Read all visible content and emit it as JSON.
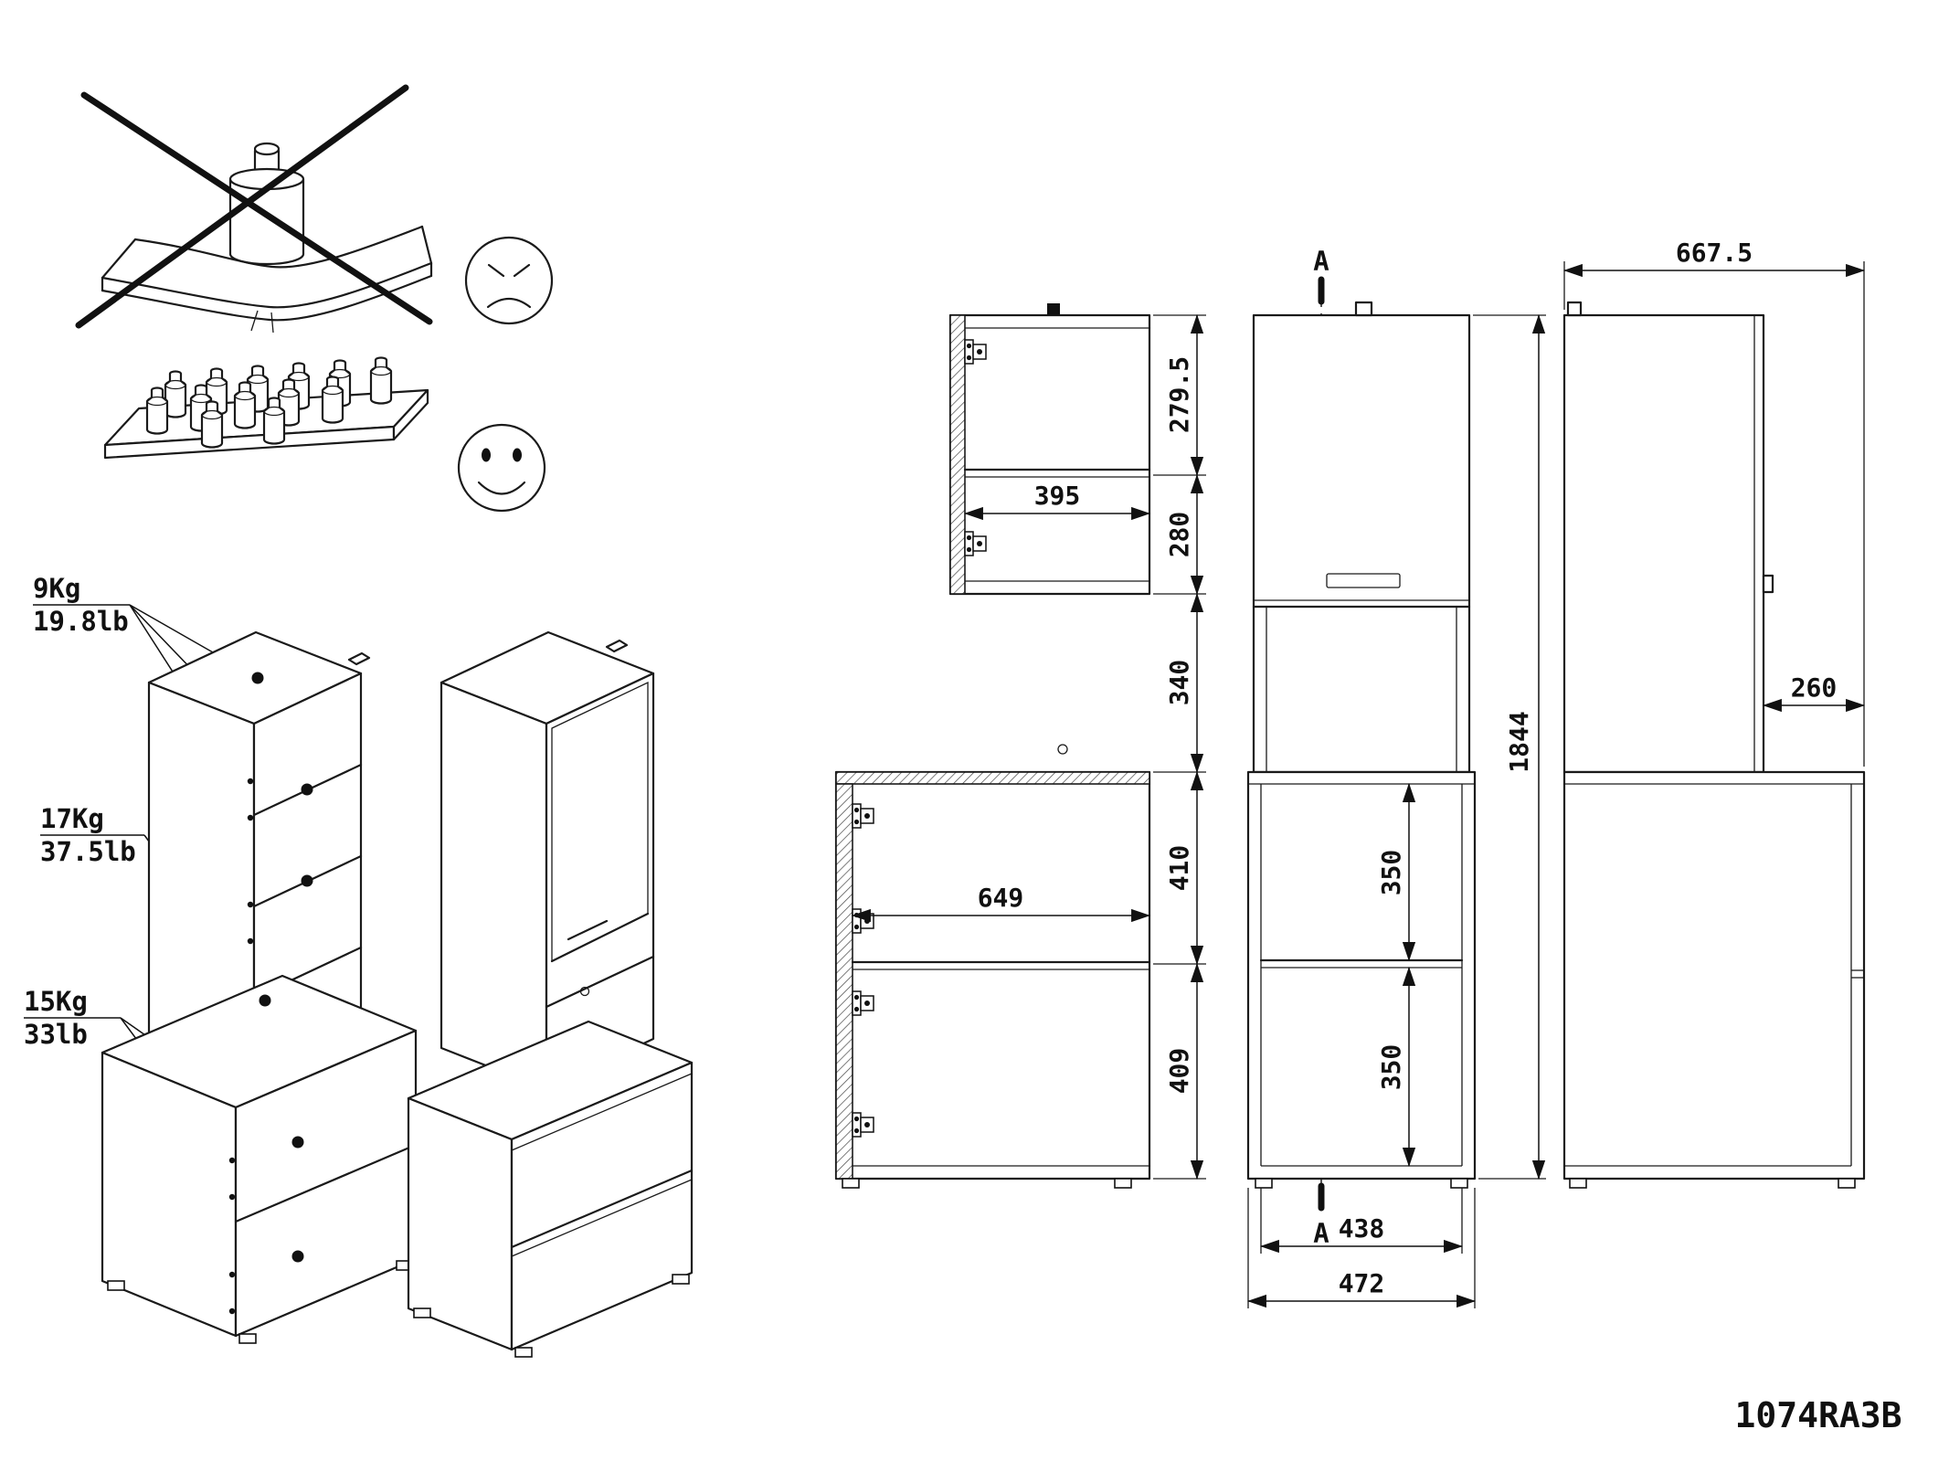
{
  "drawing": {
    "model_number": "1074RA3B",
    "colors": {
      "line": "#1a1a1a",
      "background": "#ffffff"
    },
    "figures": {
      "warning_icon": "angry-face",
      "correct_icon": "smiley-face",
      "crossed_out": "overloaded-shelf"
    },
    "load_labels": {
      "upper": {
        "kg": "9Kg",
        "lb": "19.8lb"
      },
      "middle": {
        "kg": "17Kg",
        "lb": "37.5lb"
      },
      "lower": {
        "kg": "15Kg",
        "lb": "33lb"
      }
    },
    "section_view": {
      "heights": {
        "h1": "279.5",
        "h2": "280",
        "h3": "340",
        "h4": "410",
        "h5": "409"
      },
      "upper_inner_width": "395",
      "lower_inner_width": "649"
    },
    "front_view": {
      "total_height": "1844",
      "shelf_spacing_1": "350",
      "shelf_spacing_2": "350",
      "inner_width": "438",
      "outer_width": "472",
      "section_marker": "A"
    },
    "side_view": {
      "total_depth": "667.5",
      "front_offset": "260"
    }
  }
}
